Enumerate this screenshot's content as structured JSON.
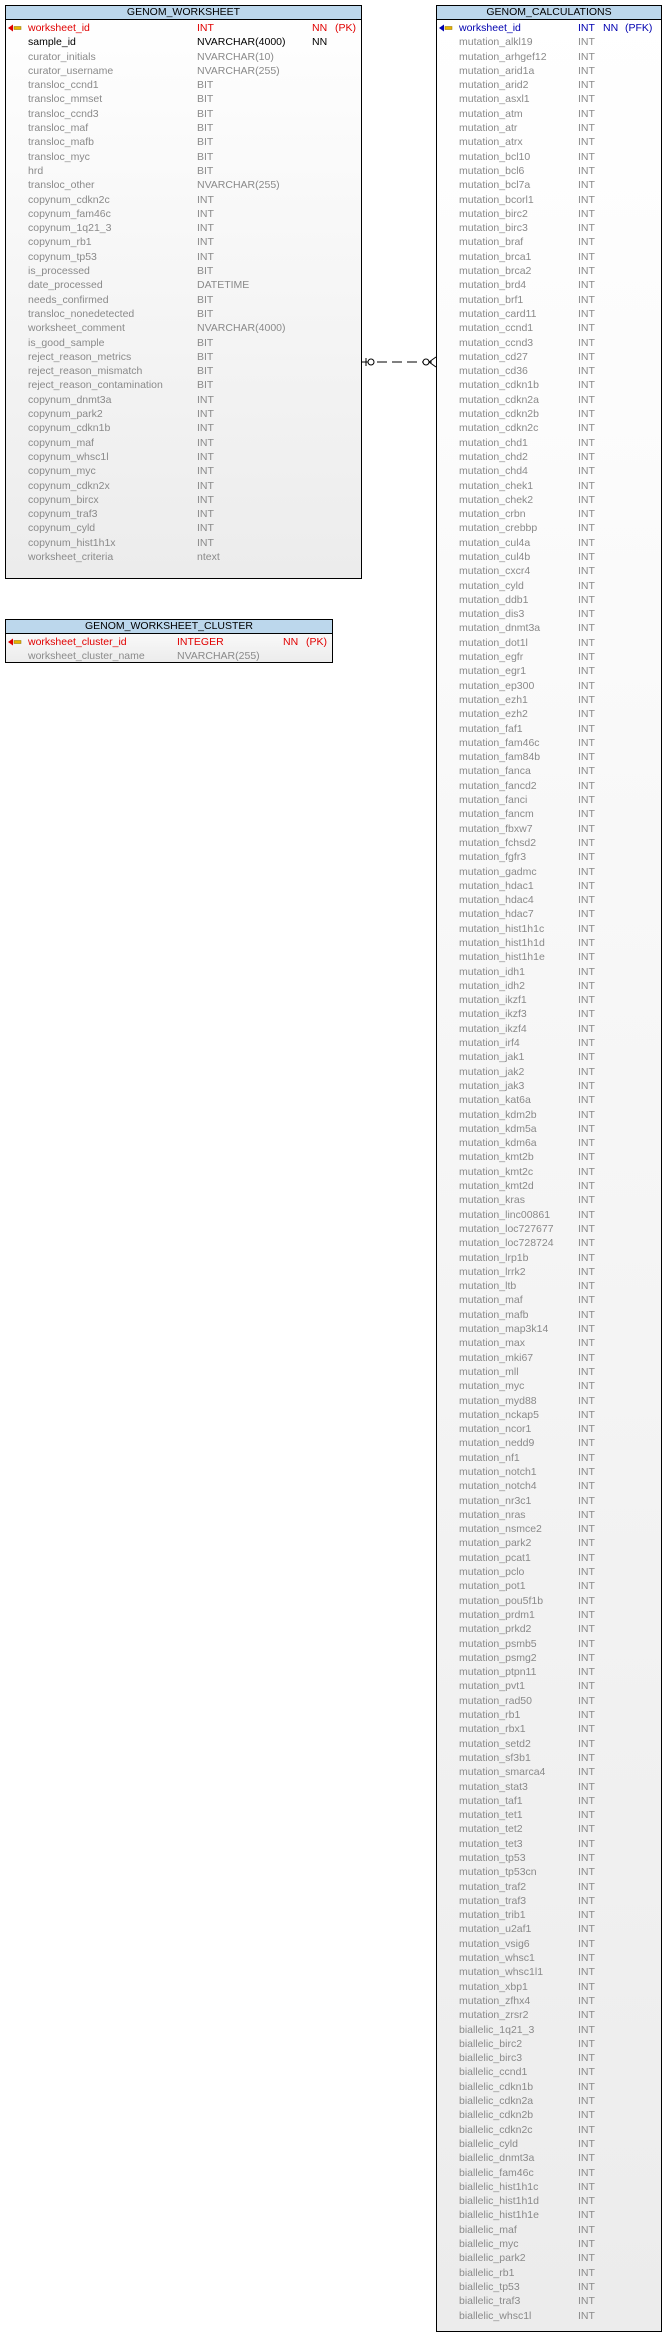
{
  "genom_worksheet": {
    "title": "GENOM_WORKSHEET",
    "columns": [
      {
        "name": "worksheet_id",
        "type": "INT",
        "nn": "NN",
        "key": "(PK)",
        "style": "pk"
      },
      {
        "name": "sample_id",
        "type": "NVARCHAR(4000)",
        "nn": "NN",
        "key": "",
        "style": "req"
      },
      {
        "name": "curator_initials",
        "type": "NVARCHAR(10)",
        "nn": "",
        "key": "",
        "style": ""
      },
      {
        "name": "curator_username",
        "type": "NVARCHAR(255)",
        "nn": "",
        "key": "",
        "style": ""
      },
      {
        "name": "transloc_ccnd1",
        "type": "BIT",
        "nn": "",
        "key": "",
        "style": ""
      },
      {
        "name": "transloc_mmset",
        "type": "BIT",
        "nn": "",
        "key": "",
        "style": ""
      },
      {
        "name": "transloc_ccnd3",
        "type": "BIT",
        "nn": "",
        "key": "",
        "style": ""
      },
      {
        "name": "transloc_maf",
        "type": "BIT",
        "nn": "",
        "key": "",
        "style": ""
      },
      {
        "name": "transloc_mafb",
        "type": "BIT",
        "nn": "",
        "key": "",
        "style": ""
      },
      {
        "name": "transloc_myc",
        "type": "BIT",
        "nn": "",
        "key": "",
        "style": ""
      },
      {
        "name": "hrd",
        "type": "BIT",
        "nn": "",
        "key": "",
        "style": ""
      },
      {
        "name": "transloc_other",
        "type": "NVARCHAR(255)",
        "nn": "",
        "key": "",
        "style": ""
      },
      {
        "name": "copynum_cdkn2c",
        "type": "INT",
        "nn": "",
        "key": "",
        "style": ""
      },
      {
        "name": "copynum_fam46c",
        "type": "INT",
        "nn": "",
        "key": "",
        "style": ""
      },
      {
        "name": "copynum_1q21_3",
        "type": "INT",
        "nn": "",
        "key": "",
        "style": ""
      },
      {
        "name": "copynum_rb1",
        "type": "INT",
        "nn": "",
        "key": "",
        "style": ""
      },
      {
        "name": "copynum_tp53",
        "type": "INT",
        "nn": "",
        "key": "",
        "style": ""
      },
      {
        "name": "is_processed",
        "type": "BIT",
        "nn": "",
        "key": "",
        "style": ""
      },
      {
        "name": "date_processed",
        "type": "DATETIME",
        "nn": "",
        "key": "",
        "style": ""
      },
      {
        "name": "needs_confirmed",
        "type": "BIT",
        "nn": "",
        "key": "",
        "style": ""
      },
      {
        "name": "transloc_nonedetected",
        "type": "BIT",
        "nn": "",
        "key": "",
        "style": ""
      },
      {
        "name": "worksheet_comment",
        "type": "NVARCHAR(4000)",
        "nn": "",
        "key": "",
        "style": ""
      },
      {
        "name": "is_good_sample",
        "type": "BIT",
        "nn": "",
        "key": "",
        "style": ""
      },
      {
        "name": "reject_reason_metrics",
        "type": "BIT",
        "nn": "",
        "key": "",
        "style": ""
      },
      {
        "name": "reject_reason_mismatch",
        "type": "BIT",
        "nn": "",
        "key": "",
        "style": ""
      },
      {
        "name": "reject_reason_contamination",
        "type": "BIT",
        "nn": "",
        "key": "",
        "style": ""
      },
      {
        "name": "copynum_dnmt3a",
        "type": "INT",
        "nn": "",
        "key": "",
        "style": ""
      },
      {
        "name": "copynum_park2",
        "type": "INT",
        "nn": "",
        "key": "",
        "style": ""
      },
      {
        "name": "copynum_cdkn1b",
        "type": "INT",
        "nn": "",
        "key": "",
        "style": ""
      },
      {
        "name": "copynum_maf",
        "type": "INT",
        "nn": "",
        "key": "",
        "style": ""
      },
      {
        "name": "copynum_whsc1l",
        "type": "INT",
        "nn": "",
        "key": "",
        "style": ""
      },
      {
        "name": "copynum_myc",
        "type": "INT",
        "nn": "",
        "key": "",
        "style": ""
      },
      {
        "name": "copynum_cdkn2x",
        "type": "INT",
        "nn": "",
        "key": "",
        "style": ""
      },
      {
        "name": "copynum_bircx",
        "type": "INT",
        "nn": "",
        "key": "",
        "style": ""
      },
      {
        "name": "copynum_traf3",
        "type": "INT",
        "nn": "",
        "key": "",
        "style": ""
      },
      {
        "name": "copynum_cyld",
        "type": "INT",
        "nn": "",
        "key": "",
        "style": ""
      },
      {
        "name": "copynum_hist1h1x",
        "type": "INT",
        "nn": "",
        "key": "",
        "style": ""
      },
      {
        "name": "worksheet_criteria",
        "type": "ntext",
        "nn": "",
        "key": "",
        "style": ""
      }
    ]
  },
  "genom_worksheet_cluster": {
    "title": "GENOM_WORKSHEET_CLUSTER",
    "columns": [
      {
        "name": "worksheet_cluster_id",
        "type": "INTEGER",
        "nn": "NN",
        "key": "(PK)",
        "style": "pk"
      },
      {
        "name": "worksheet_cluster_name",
        "type": "NVARCHAR(255)",
        "nn": "",
        "key": "",
        "style": ""
      }
    ]
  },
  "genom_calculations": {
    "title": "GENOM_CALCULATIONS",
    "columns": [
      {
        "name": "worksheet_id",
        "type": "INT",
        "nn": "NN",
        "key": "(PFK)",
        "style": "pfk"
      },
      {
        "name": "mutation_alkl19",
        "type": "INT"
      },
      {
        "name": "mutation_arhgef12",
        "type": "INT"
      },
      {
        "name": "mutation_arid1a",
        "type": "INT"
      },
      {
        "name": "mutation_arid2",
        "type": "INT"
      },
      {
        "name": "mutation_asxl1",
        "type": "INT"
      },
      {
        "name": "mutation_atm",
        "type": "INT"
      },
      {
        "name": "mutation_atr",
        "type": "INT"
      },
      {
        "name": "mutation_atrx",
        "type": "INT"
      },
      {
        "name": "mutation_bcl10",
        "type": "INT"
      },
      {
        "name": "mutation_bcl6",
        "type": "INT"
      },
      {
        "name": "mutation_bcl7a",
        "type": "INT"
      },
      {
        "name": "mutation_bcorl1",
        "type": "INT"
      },
      {
        "name": "mutation_birc2",
        "type": "INT"
      },
      {
        "name": "mutation_birc3",
        "type": "INT"
      },
      {
        "name": "mutation_braf",
        "type": "INT"
      },
      {
        "name": "mutation_brca1",
        "type": "INT"
      },
      {
        "name": "mutation_brca2",
        "type": "INT"
      },
      {
        "name": "mutation_brd4",
        "type": "INT"
      },
      {
        "name": "mutation_brf1",
        "type": "INT"
      },
      {
        "name": "mutation_card11",
        "type": "INT"
      },
      {
        "name": "mutation_ccnd1",
        "type": "INT"
      },
      {
        "name": "mutation_ccnd3",
        "type": "INT"
      },
      {
        "name": "mutation_cd27",
        "type": "INT"
      },
      {
        "name": "mutation_cd36",
        "type": "INT"
      },
      {
        "name": "mutation_cdkn1b",
        "type": "INT"
      },
      {
        "name": "mutation_cdkn2a",
        "type": "INT"
      },
      {
        "name": "mutation_cdkn2b",
        "type": "INT"
      },
      {
        "name": "mutation_cdkn2c",
        "type": "INT"
      },
      {
        "name": "mutation_chd1",
        "type": "INT"
      },
      {
        "name": "mutation_chd2",
        "type": "INT"
      },
      {
        "name": "mutation_chd4",
        "type": "INT"
      },
      {
        "name": "mutation_chek1",
        "type": "INT"
      },
      {
        "name": "mutation_chek2",
        "type": "INT"
      },
      {
        "name": "mutation_crbn",
        "type": "INT"
      },
      {
        "name": "mutation_crebbp",
        "type": "INT"
      },
      {
        "name": "mutation_cul4a",
        "type": "INT"
      },
      {
        "name": "mutation_cul4b",
        "type": "INT"
      },
      {
        "name": "mutation_cxcr4",
        "type": "INT"
      },
      {
        "name": "mutation_cyld",
        "type": "INT"
      },
      {
        "name": "mutation_ddb1",
        "type": "INT"
      },
      {
        "name": "mutation_dis3",
        "type": "INT"
      },
      {
        "name": "mutation_dnmt3a",
        "type": "INT"
      },
      {
        "name": "mutation_dot1l",
        "type": "INT"
      },
      {
        "name": "mutation_egfr",
        "type": "INT"
      },
      {
        "name": "mutation_egr1",
        "type": "INT"
      },
      {
        "name": "mutation_ep300",
        "type": "INT"
      },
      {
        "name": "mutation_ezh1",
        "type": "INT"
      },
      {
        "name": "mutation_ezh2",
        "type": "INT"
      },
      {
        "name": "mutation_faf1",
        "type": "INT"
      },
      {
        "name": "mutation_fam46c",
        "type": "INT"
      },
      {
        "name": "mutation_fam84b",
        "type": "INT"
      },
      {
        "name": "mutation_fanca",
        "type": "INT"
      },
      {
        "name": "mutation_fancd2",
        "type": "INT"
      },
      {
        "name": "mutation_fanci",
        "type": "INT"
      },
      {
        "name": "mutation_fancm",
        "type": "INT"
      },
      {
        "name": "mutation_fbxw7",
        "type": "INT"
      },
      {
        "name": "mutation_fchsd2",
        "type": "INT"
      },
      {
        "name": "mutation_fgfr3",
        "type": "INT"
      },
      {
        "name": "mutation_gadmc",
        "type": "INT"
      },
      {
        "name": "mutation_hdac1",
        "type": "INT"
      },
      {
        "name": "mutation_hdac4",
        "type": "INT"
      },
      {
        "name": "mutation_hdac7",
        "type": "INT"
      },
      {
        "name": "mutation_hist1h1c",
        "type": "INT"
      },
      {
        "name": "mutation_hist1h1d",
        "type": "INT"
      },
      {
        "name": "mutation_hist1h1e",
        "type": "INT"
      },
      {
        "name": "mutation_idh1",
        "type": "INT"
      },
      {
        "name": "mutation_idh2",
        "type": "INT"
      },
      {
        "name": "mutation_ikzf1",
        "type": "INT"
      },
      {
        "name": "mutation_ikzf3",
        "type": "INT"
      },
      {
        "name": "mutation_ikzf4",
        "type": "INT"
      },
      {
        "name": "mutation_irf4",
        "type": "INT"
      },
      {
        "name": "mutation_jak1",
        "type": "INT"
      },
      {
        "name": "mutation_jak2",
        "type": "INT"
      },
      {
        "name": "mutation_jak3",
        "type": "INT"
      },
      {
        "name": "mutation_kat6a",
        "type": "INT"
      },
      {
        "name": "mutation_kdm2b",
        "type": "INT"
      },
      {
        "name": "mutation_kdm5a",
        "type": "INT"
      },
      {
        "name": "mutation_kdm6a",
        "type": "INT"
      },
      {
        "name": "mutation_kmt2b",
        "type": "INT"
      },
      {
        "name": "mutation_kmt2c",
        "type": "INT"
      },
      {
        "name": "mutation_kmt2d",
        "type": "INT"
      },
      {
        "name": "mutation_kras",
        "type": "INT"
      },
      {
        "name": "mutation_linc00861",
        "type": "INT"
      },
      {
        "name": "mutation_loc727677",
        "type": "INT"
      },
      {
        "name": "mutation_loc728724",
        "type": "INT"
      },
      {
        "name": "mutation_lrp1b",
        "type": "INT"
      },
      {
        "name": "mutation_lrrk2",
        "type": "INT"
      },
      {
        "name": "mutation_ltb",
        "type": "INT"
      },
      {
        "name": "mutation_maf",
        "type": "INT"
      },
      {
        "name": "mutation_mafb",
        "type": "INT"
      },
      {
        "name": "mutation_map3k14",
        "type": "INT"
      },
      {
        "name": "mutation_max",
        "type": "INT"
      },
      {
        "name": "mutation_mki67",
        "type": "INT"
      },
      {
        "name": "mutation_mll",
        "type": "INT"
      },
      {
        "name": "mutation_myc",
        "type": "INT"
      },
      {
        "name": "mutation_myd88",
        "type": "INT"
      },
      {
        "name": "mutation_nckap5",
        "type": "INT"
      },
      {
        "name": "mutation_ncor1",
        "type": "INT"
      },
      {
        "name": "mutation_nedd9",
        "type": "INT"
      },
      {
        "name": "mutation_nf1",
        "type": "INT"
      },
      {
        "name": "mutation_notch1",
        "type": "INT"
      },
      {
        "name": "mutation_notch4",
        "type": "INT"
      },
      {
        "name": "mutation_nr3c1",
        "type": "INT"
      },
      {
        "name": "mutation_nras",
        "type": "INT"
      },
      {
        "name": "mutation_nsmce2",
        "type": "INT"
      },
      {
        "name": "mutation_park2",
        "type": "INT"
      },
      {
        "name": "mutation_pcat1",
        "type": "INT"
      },
      {
        "name": "mutation_pclo",
        "type": "INT"
      },
      {
        "name": "mutation_pot1",
        "type": "INT"
      },
      {
        "name": "mutation_pou5f1b",
        "type": "INT"
      },
      {
        "name": "mutation_prdm1",
        "type": "INT"
      },
      {
        "name": "mutation_prkd2",
        "type": "INT"
      },
      {
        "name": "mutation_psmb5",
        "type": "INT"
      },
      {
        "name": "mutation_psmg2",
        "type": "INT"
      },
      {
        "name": "mutation_ptpn11",
        "type": "INT"
      },
      {
        "name": "mutation_pvt1",
        "type": "INT"
      },
      {
        "name": "mutation_rad50",
        "type": "INT"
      },
      {
        "name": "mutation_rb1",
        "type": "INT"
      },
      {
        "name": "mutation_rbx1",
        "type": "INT"
      },
      {
        "name": "mutation_setd2",
        "type": "INT"
      },
      {
        "name": "mutation_sf3b1",
        "type": "INT"
      },
      {
        "name": "mutation_smarca4",
        "type": "INT"
      },
      {
        "name": "mutation_stat3",
        "type": "INT"
      },
      {
        "name": "mutation_taf1",
        "type": "INT"
      },
      {
        "name": "mutation_tet1",
        "type": "INT"
      },
      {
        "name": "mutation_tet2",
        "type": "INT"
      },
      {
        "name": "mutation_tet3",
        "type": "INT"
      },
      {
        "name": "mutation_tp53",
        "type": "INT"
      },
      {
        "name": "mutation_tp53cn",
        "type": "INT"
      },
      {
        "name": "mutation_traf2",
        "type": "INT"
      },
      {
        "name": "mutation_traf3",
        "type": "INT"
      },
      {
        "name": "mutation_trib1",
        "type": "INT"
      },
      {
        "name": "mutation_u2af1",
        "type": "INT"
      },
      {
        "name": "mutation_vsig6",
        "type": "INT"
      },
      {
        "name": "mutation_whsc1",
        "type": "INT"
      },
      {
        "name": "mutation_whsc1l1",
        "type": "INT"
      },
      {
        "name": "mutation_xbp1",
        "type": "INT"
      },
      {
        "name": "mutation_zfhx4",
        "type": "INT"
      },
      {
        "name": "mutation_zrsr2",
        "type": "INT"
      },
      {
        "name": "biallelic_1q21_3",
        "type": "INT"
      },
      {
        "name": "biallelic_birc2",
        "type": "INT"
      },
      {
        "name": "biallelic_birc3",
        "type": "INT"
      },
      {
        "name": "biallelic_ccnd1",
        "type": "INT"
      },
      {
        "name": "biallelic_cdkn1b",
        "type": "INT"
      },
      {
        "name": "biallelic_cdkn2a",
        "type": "INT"
      },
      {
        "name": "biallelic_cdkn2b",
        "type": "INT"
      },
      {
        "name": "biallelic_cdkn2c",
        "type": "INT"
      },
      {
        "name": "biallelic_cyld",
        "type": "INT"
      },
      {
        "name": "biallelic_dnmt3a",
        "type": "INT"
      },
      {
        "name": "biallelic_fam46c",
        "type": "INT"
      },
      {
        "name": "biallelic_hist1h1c",
        "type": "INT"
      },
      {
        "name": "biallelic_hist1h1d",
        "type": "INT"
      },
      {
        "name": "biallelic_hist1h1e",
        "type": "INT"
      },
      {
        "name": "biallelic_maf",
        "type": "INT"
      },
      {
        "name": "biallelic_myc",
        "type": "INT"
      },
      {
        "name": "biallelic_park2",
        "type": "INT"
      },
      {
        "name": "biallelic_rb1",
        "type": "INT"
      },
      {
        "name": "biallelic_tp53",
        "type": "INT"
      },
      {
        "name": "biallelic_traf3",
        "type": "INT"
      },
      {
        "name": "biallelic_whsc1l",
        "type": "INT"
      }
    ]
  },
  "colors": {
    "header": "#bcd7ec",
    "pk": "#e00000",
    "pfk": "#0000b0",
    "column": "#8a8a8a"
  }
}
